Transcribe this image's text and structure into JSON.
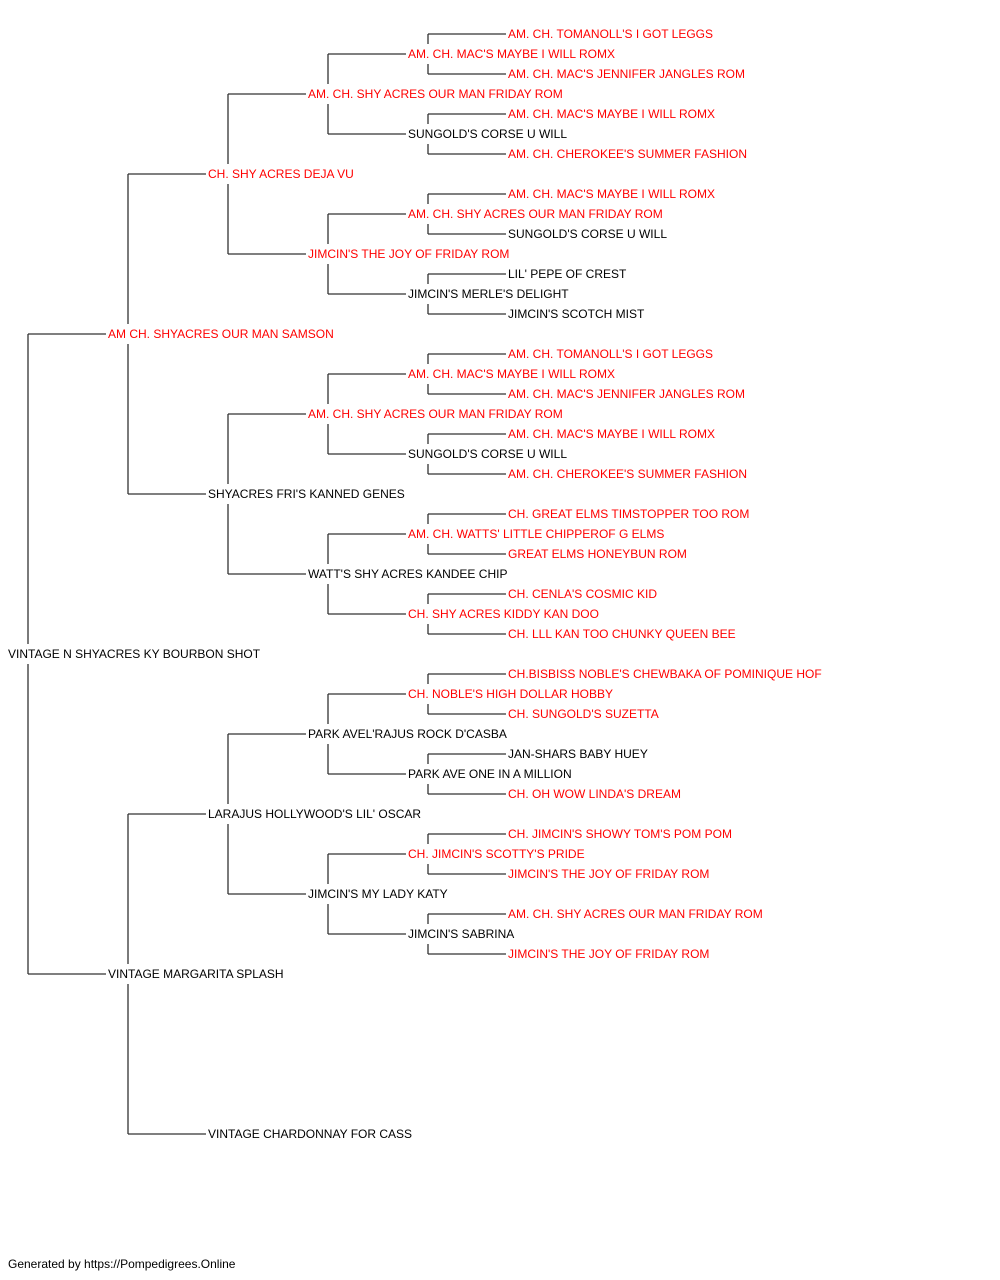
{
  "colors": {
    "champion": "#ff0000",
    "regular": "#000000",
    "line": "#333333"
  },
  "pedigree": {
    "name": "VINTAGE N SHYACRES KY BOURBON SHOT",
    "champion": false,
    "sire": {
      "name": "AM CH. SHYACRES OUR MAN SAMSON",
      "champion": true,
      "sire": {
        "name": "CH. SHY ACRES DEJA VU",
        "champion": true,
        "sire": {
          "name": "AM. CH. SHY ACRES OUR MAN FRIDAY ROM",
          "champion": true,
          "sire": {
            "name": "AM. CH. MAC'S MAYBE I WILL ROMX",
            "champion": true,
            "sire": {
              "name": "AM. CH. TOMANOLL'S I GOT LEGGS",
              "champion": true
            },
            "dam": {
              "name": "AM. CH. MAC'S JENNIFER JANGLES ROM",
              "champion": true
            }
          },
          "dam": {
            "name": "SUNGOLD'S CORSE U WILL",
            "champion": false,
            "sire": {
              "name": "AM. CH. MAC'S MAYBE I WILL ROMX",
              "champion": true
            },
            "dam": {
              "name": "AM. CH. CHEROKEE'S SUMMER FASHION",
              "champion": true
            }
          }
        },
        "dam": {
          "name": "JIMCIN'S THE JOY OF FRIDAY ROM",
          "champion": true,
          "sire": {
            "name": "AM. CH. SHY ACRES OUR MAN FRIDAY ROM",
            "champion": true,
            "sire": {
              "name": "AM. CH. MAC'S MAYBE I WILL ROMX",
              "champion": true
            },
            "dam": {
              "name": "SUNGOLD'S CORSE U WILL",
              "champion": false
            }
          },
          "dam": {
            "name": "JIMCIN'S MERLE'S DELIGHT",
            "champion": false,
            "sire": {
              "name": "LIL' PEPE OF CREST",
              "champion": false
            },
            "dam": {
              "name": "JIMCIN'S SCOTCH MIST",
              "champion": false
            }
          }
        }
      },
      "dam": {
        "name": "SHYACRES FRI'S KANNED GENES",
        "champion": false,
        "sire": {
          "name": "AM. CH. SHY ACRES OUR MAN FRIDAY ROM",
          "champion": true,
          "sire": {
            "name": "AM. CH. MAC'S MAYBE I WILL ROMX",
            "champion": true,
            "sire": {
              "name": "AM. CH. TOMANOLL'S I GOT LEGGS",
              "champion": true
            },
            "dam": {
              "name": "AM. CH. MAC'S JENNIFER JANGLES ROM",
              "champion": true
            }
          },
          "dam": {
            "name": "SUNGOLD'S CORSE U WILL",
            "champion": false,
            "sire": {
              "name": "AM. CH. MAC'S MAYBE I WILL ROMX",
              "champion": true
            },
            "dam": {
              "name": "AM. CH. CHEROKEE'S SUMMER FASHION",
              "champion": true
            }
          }
        },
        "dam": {
          "name": "WATT'S SHY ACRES KANDEE CHIP",
          "champion": false,
          "sire": {
            "name": "AM. CH. WATTS' LITTLE CHIPPEROF G ELMS",
            "champion": true,
            "sire": {
              "name": "CH. GREAT ELMS TIMSTOPPER TOO ROM",
              "champion": true
            },
            "dam": {
              "name": "GREAT ELMS HONEYBUN ROM",
              "champion": true
            }
          },
          "dam": {
            "name": "CH. SHY ACRES KIDDY KAN DOO",
            "champion": true,
            "sire": {
              "name": "CH. CENLA'S COSMIC KID",
              "champion": true
            },
            "dam": {
              "name": "CH. LLL KAN TOO CHUNKY QUEEN BEE",
              "champion": true
            }
          }
        }
      }
    },
    "dam": {
      "name": "VINTAGE MARGARITA SPLASH",
      "champion": false,
      "sire": {
        "name": "LARAJUS HOLLYWOOD'S LIL' OSCAR",
        "champion": false,
        "sire": {
          "name": "PARK AVEL'RAJUS ROCK D'CASBA",
          "champion": false,
          "sire": {
            "name": "CH. NOBLE'S HIGH DOLLAR HOBBY",
            "champion": true,
            "sire": {
              "name": "CH.BISBISS NOBLE'S CHEWBAKA OF POMINIQUE HOF",
              "champion": true
            },
            "dam": {
              "name": "CH. SUNGOLD'S SUZETTA",
              "champion": true
            }
          },
          "dam": {
            "name": "PARK AVE ONE IN A MILLION",
            "champion": false,
            "sire": {
              "name": "JAN-SHARS BABY HUEY",
              "champion": false
            },
            "dam": {
              "name": "CH. OH WOW LINDA'S DREAM",
              "champion": true
            }
          }
        },
        "dam": {
          "name": "JIMCIN'S MY LADY KATY",
          "champion": false,
          "sire": {
            "name": "CH. JIMCIN'S SCOTTY'S PRIDE",
            "champion": true,
            "sire": {
              "name": "CH. JIMCIN'S SHOWY TOM'S POM POM",
              "champion": true
            },
            "dam": {
              "name": "JIMCIN'S THE JOY OF FRIDAY ROM",
              "champion": true
            }
          },
          "dam": {
            "name": "JIMCIN'S SABRINA",
            "champion": false,
            "sire": {
              "name": "AM. CH. SHY ACRES OUR MAN FRIDAY ROM",
              "champion": true
            },
            "dam": {
              "name": "JIMCIN'S THE JOY OF FRIDAY ROM",
              "champion": true
            }
          }
        }
      },
      "dam": {
        "name": "VINTAGE CHARDONNAY FOR CASS",
        "champion": false
      }
    }
  },
  "footer": {
    "text": "Generated by https://Pompedigrees.Online"
  }
}
